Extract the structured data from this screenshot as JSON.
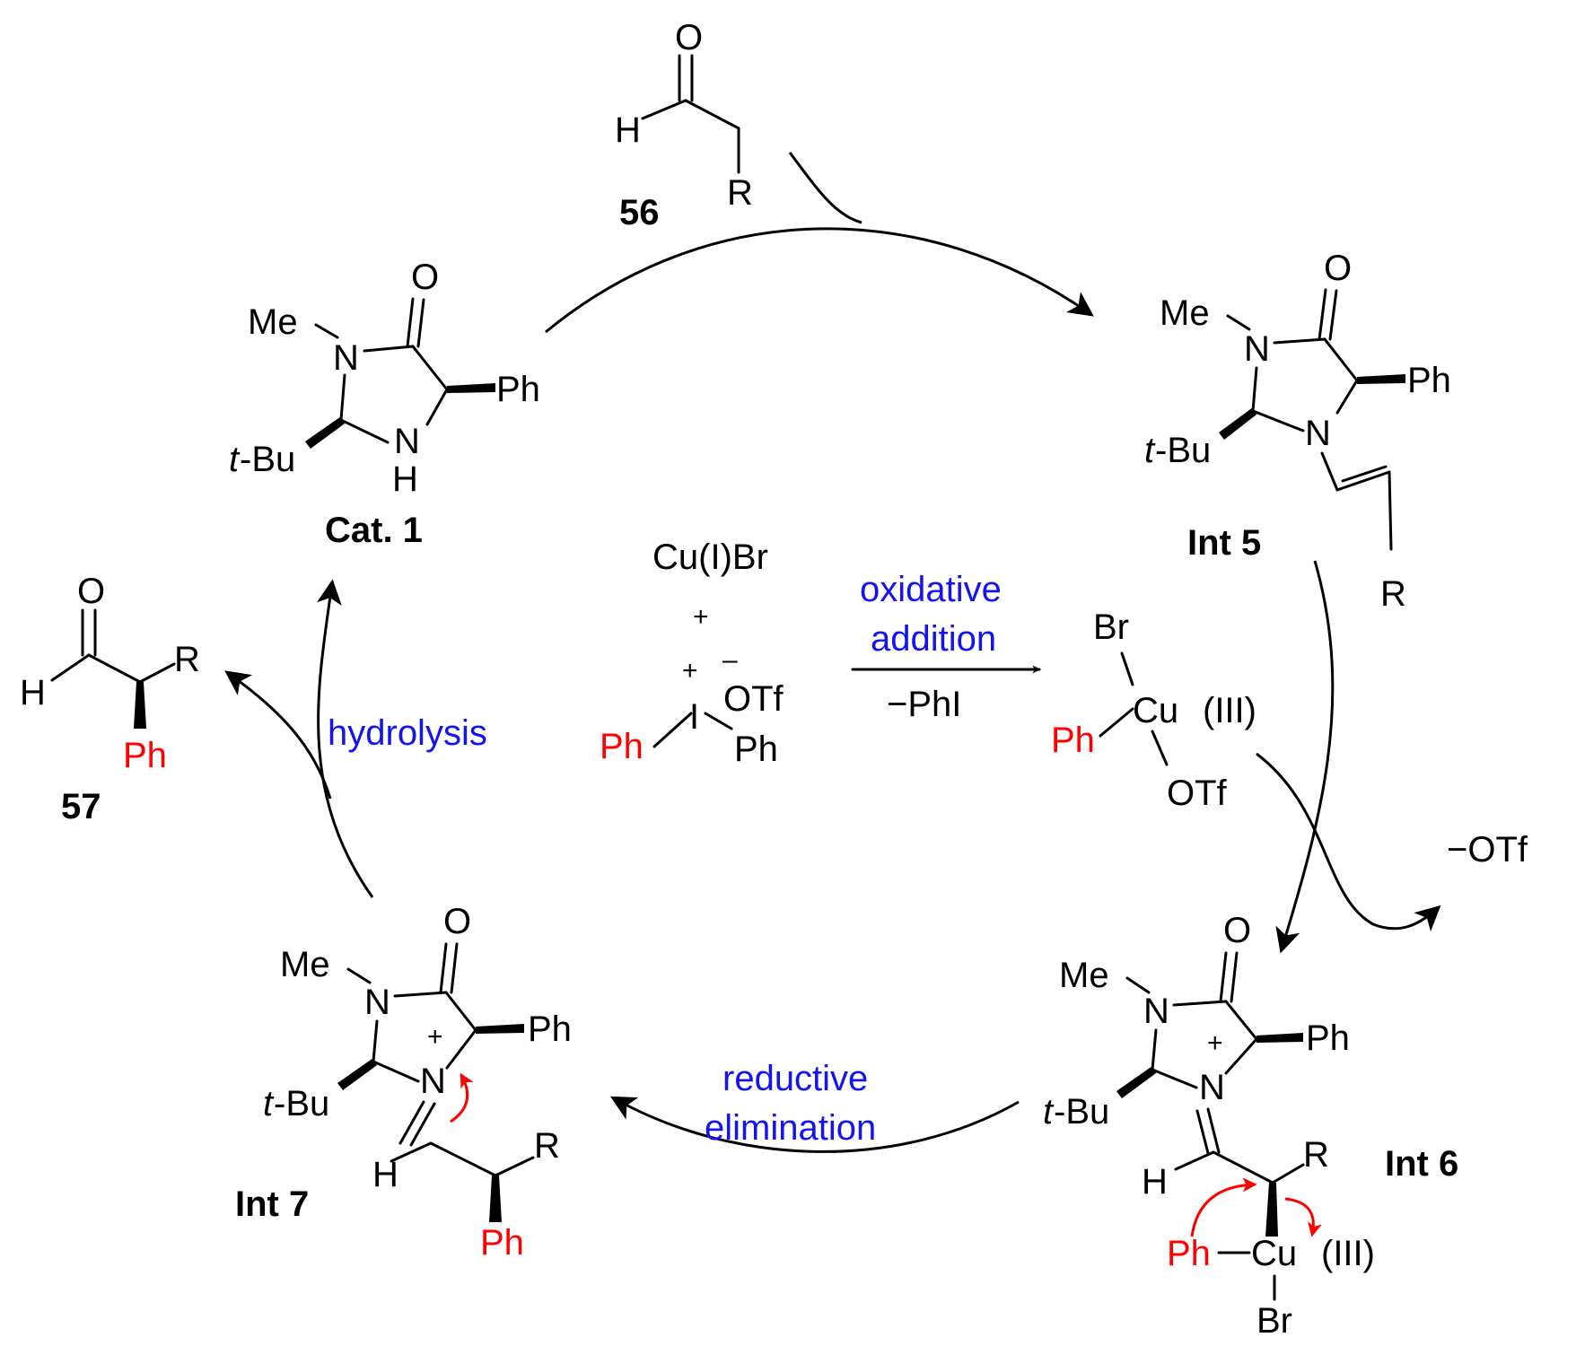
{
  "compounds": {
    "aldehyde": {
      "label": "56",
      "O": "O",
      "H": "H",
      "R": "R"
    },
    "product": {
      "label": "57",
      "O": "O",
      "H": "H",
      "R": "R",
      "Ph": "Ph"
    },
    "cat1": {
      "label": "Cat. 1",
      "O": "O",
      "Me": "Me",
      "N1": "N",
      "N2": "N",
      "H": "H",
      "Ph": "Ph",
      "tBu_t": "t",
      "tBu_rest": "-Bu"
    },
    "int5": {
      "label": "Int 5",
      "O": "O",
      "Me": "Me",
      "N1": "N",
      "N2": "N",
      "Ph": "Ph",
      "tBu_t": "t",
      "tBu_rest": "-Bu",
      "R": "R"
    },
    "int6": {
      "label": "Int 6",
      "O": "O",
      "Me": "Me",
      "N1": "N",
      "N2": "N",
      "plus": "+",
      "Ph": "Ph",
      "tBu_t": "t",
      "tBu_rest": "-Bu",
      "R": "R",
      "H": "H",
      "Ph_red": "Ph",
      "Cu": "Cu",
      "oxidation": "(III)",
      "Br": "Br"
    },
    "int7": {
      "label": "Int 7",
      "O": "O",
      "Me": "Me",
      "N1": "N",
      "N2": "N",
      "plus": "+",
      "Ph": "Ph",
      "tBu_t": "t",
      "tBu_rest": "-Bu",
      "R": "R",
      "H": "H",
      "Ph_red": "Ph"
    }
  },
  "reagents": {
    "copper": "Cu(I)Br",
    "plus": "+",
    "iodonium_plus": "+",
    "iodonium_minus": "–",
    "OTf": "OTf",
    "I": "I",
    "Ph_red": "Ph",
    "Ph": "Ph"
  },
  "cu_complex": {
    "Br": "Br",
    "Ph": "Ph",
    "Cu": "Cu",
    "oxidation": "(III)",
    "OTf": "OTf"
  },
  "steps": {
    "oxidative_1": "oxidative",
    "oxidative_2": "addition",
    "minus_PhI": "−PhI",
    "hydrolysis": "hydrolysis",
    "reductive_1": "reductive",
    "reductive_2": "elimination",
    "minus_OTf": "−OTf"
  },
  "colors": {
    "step_label": "#1414f0",
    "phenyl_highlight": "#ff0000",
    "ink": "#000000"
  }
}
